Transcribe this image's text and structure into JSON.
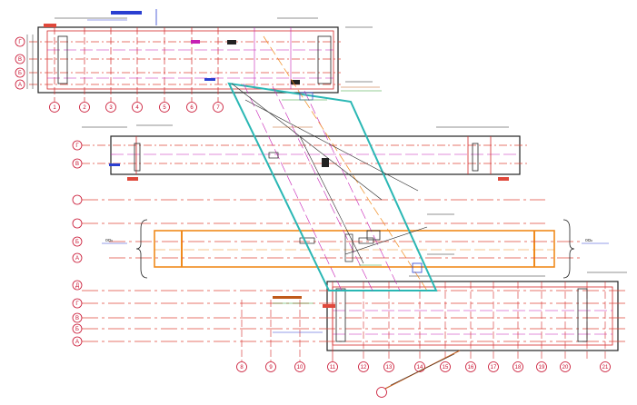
{
  "drawing": {
    "colors": {
      "grid_red": "#d42a2a",
      "grid_dash": "#e0483b",
      "magenta": "#c61fb5",
      "blue": "#2a3fd1",
      "cyan": "#2ab7b4",
      "orange": "#f08a1c",
      "green": "#2a9a2a",
      "dark": "#222222",
      "brown": "#c05a1a"
    },
    "top_block": {
      "row_bubbles": [
        "Г",
        "В",
        "Б",
        "А"
      ],
      "col_bubbles": [
        "1",
        "2",
        "3",
        "4",
        "5",
        "6",
        "7"
      ]
    },
    "middle_block": {
      "row_bubbles": [
        "Г",
        "В"
      ]
    },
    "orange_block": {
      "row_bubbles": [
        "Б",
        "А"
      ],
      "left_note": "ось",
      "right_note": "ось"
    },
    "bottom_block": {
      "row_bubbles": [
        "Д",
        "Г",
        "В",
        "Б",
        "А"
      ],
      "col_bubbles": [
        "8",
        "9",
        "10",
        "11",
        "12",
        "13",
        "14",
        "15",
        "16",
        "17",
        "18",
        "19",
        "20",
        "21"
      ]
    }
  }
}
